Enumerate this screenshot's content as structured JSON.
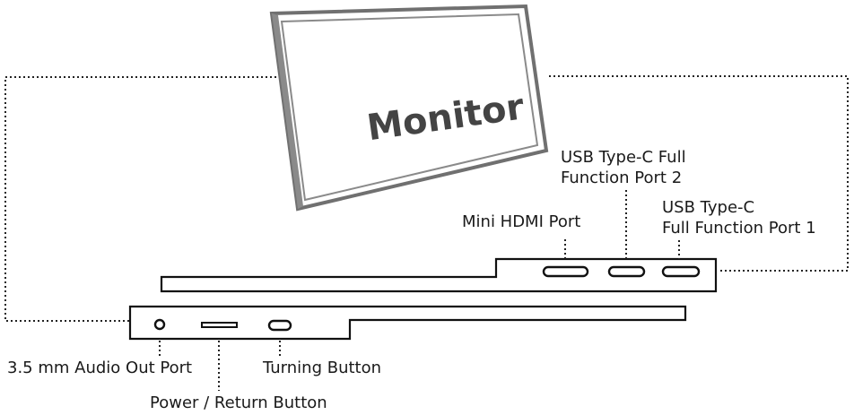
{
  "monitor": {
    "label": "Monitor"
  },
  "labels": {
    "usbc_port2_line1": "USB Type-C Full",
    "usbc_port2_line2": "Function Port 2",
    "usbc_port1_line1": "USB Type-C",
    "usbc_port1_line2": "Full Function Port 1",
    "mini_hdmi": "Mini HDMI Port",
    "audio_out": "3.5 mm Audio Out Port",
    "turning_button": "Turning Button",
    "power_return": "Power / Return Button"
  },
  "colors": {
    "line": "#111111",
    "monitor_frame": "#707070",
    "monitor_text": "#444444"
  }
}
